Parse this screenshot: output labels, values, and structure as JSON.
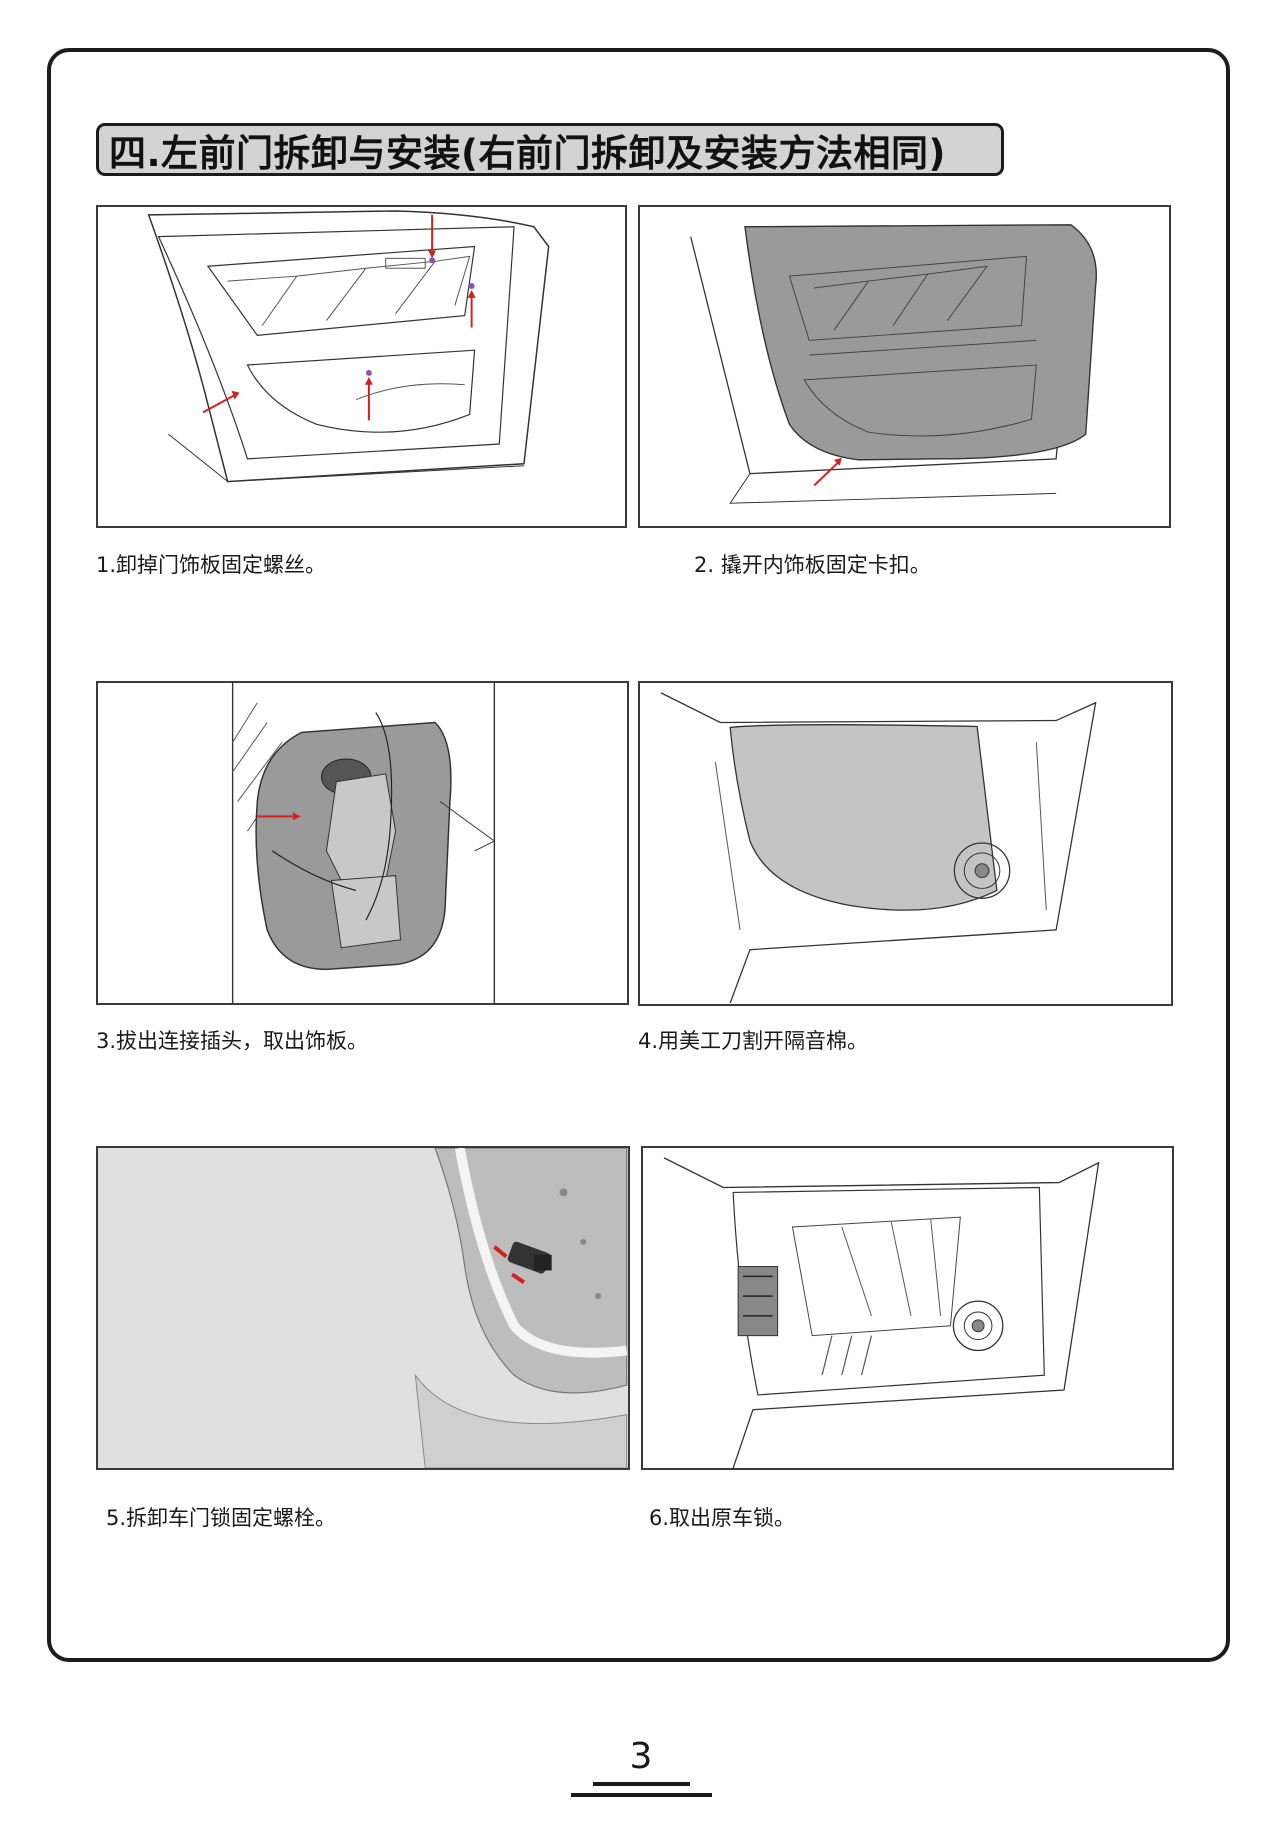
{
  "section": {
    "title": "四.左前门拆卸与安装(右前门拆卸及安装方法相同)"
  },
  "steps": [
    {
      "caption": "1.卸掉门饰板固定螺丝。"
    },
    {
      "caption": "2. 撬开内饰板固定卡扣。"
    },
    {
      "caption": "3.拔出连接插头，取出饰板。"
    },
    {
      "caption": "4.用美工刀割开隔音棉。"
    },
    {
      "caption": "5.拆卸车门锁固定螺栓。"
    },
    {
      "caption": "6.取出原车锁。"
    }
  ],
  "page": {
    "number": "3"
  },
  "colors": {
    "frame": "#1c1c1c",
    "title_bg": "#d3d3d3",
    "panel_fill": "#9a9a9a",
    "arrow": "#d42020",
    "photo_bg": "#e0e0e0"
  }
}
